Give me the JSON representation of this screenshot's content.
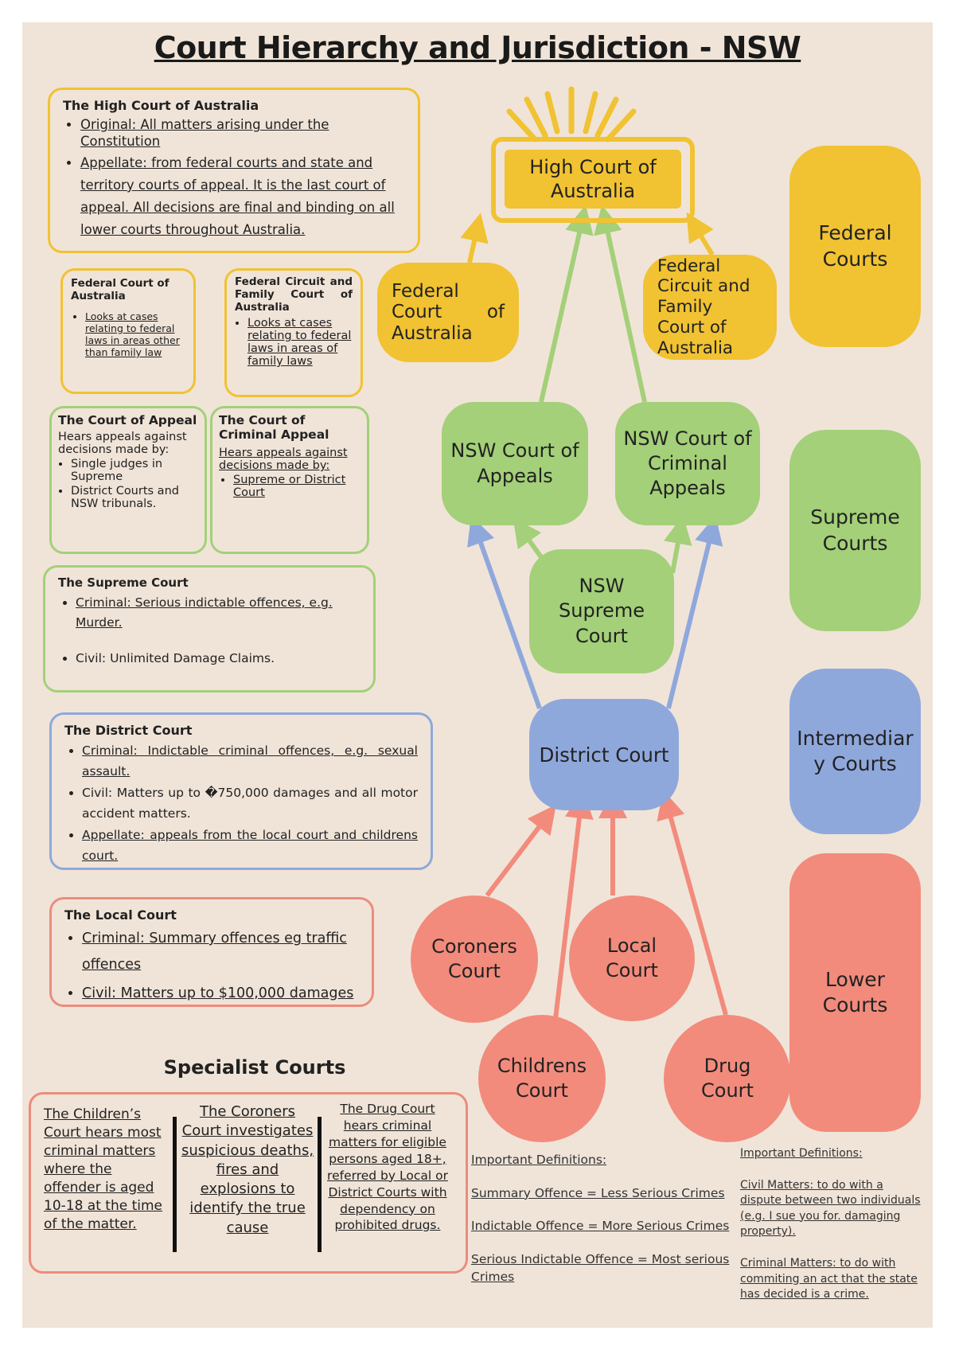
{
  "title": "Court Hierarchy and Jurisdiction - NSW",
  "colors": {
    "federal": "#f1c232",
    "supreme": "#a3d078",
    "intermediary": "#8fa8dc",
    "lower": "#f28b7c",
    "background": "#f0e4d8"
  },
  "boxes": {
    "high_court": {
      "heading": "The High Court of Australia",
      "items": [
        "Original: All matters arising under the Constitution",
        "Appellate: from federal courts and state and territory courts of appeal. It is the last court of appeal. All decisions are final and binding on all lower courts throughout Australia."
      ]
    },
    "federal_court": {
      "heading": "Federal Court of Australia",
      "items": [
        "Looks at cases relating to federal laws in areas other than family law"
      ]
    },
    "federal_circuit": {
      "heading": "Federal Circuit and Family Court of Australia",
      "items": [
        "Looks at cases relating to federal laws in areas of family laws"
      ]
    },
    "court_of_appeal": {
      "heading": "The Court of Appeal",
      "intro": "Hears appeals against decisions made by:",
      "items": [
        "Single judges in Supreme",
        "District Courts and NSW tribunals."
      ]
    },
    "criminal_appeal": {
      "heading": "The Court of Criminal Appeal",
      "intro": "Hears appeals against decisions made by:",
      "items": [
        "Supreme or District Court"
      ]
    },
    "supreme_court": {
      "heading": "The Supreme Court",
      "items": [
        "Criminal: Serious indictable offences, e.g. Murder.",
        "Civil: Unlimited Damage Claims."
      ]
    },
    "district_court": {
      "heading": "The District Court",
      "items": [
        "Criminal: Indictable criminal offences, e.g. sexual assault.",
        "Civil: Matters up to �750,000 damages and all motor accident matters.",
        "Appellate: appeals from the local court and childrens court."
      ]
    },
    "local_court": {
      "heading": "The Local Court",
      "items": [
        "Criminal: Summary offences eg traffic offences",
        "Civil: Matters up to $100,000 damages"
      ]
    }
  },
  "specialist": {
    "heading": "Specialist Courts",
    "childrens": "The Children’s Court hears most criminal matters where the offender is aged 10-18 at the time of the matter.",
    "coroners": "The Coroners Court investigates suspicious deaths, fires and explosions to identify the true cause",
    "drug": "The Drug Court hears criminal matters for eligible persons aged 18+, referred by Local or District Courts with dependency on prohibited drugs."
  },
  "nodes": {
    "high_court": "High Court of Australia",
    "federal_court": "Federal Court of Australia",
    "federal_circuit": "Federal Circuit and Family Court of Australia",
    "nsw_appeals": "NSW Court of Appeals",
    "nsw_criminal_appeals": "NSW Court of Criminal Appeals",
    "nsw_supreme": "NSW Supreme Court",
    "district": "District Court",
    "coroners": "Coroners Court",
    "local": "Local Court",
    "childrens": "Childrens Court",
    "drug": "Drug Court"
  },
  "legend": {
    "federal": "Federal Courts",
    "supreme": "Supreme Courts",
    "intermediary": "Intermediar y Courts",
    "lower": "Lower Courts"
  },
  "definitions_left": {
    "heading": "Important Definitions:",
    "items": [
      "Summary Offence = Less Serious Crimes",
      "Indictable Offence = More Serious Crimes",
      "Serious Indictable Offence = Most serious Crimes"
    ]
  },
  "definitions_right": {
    "heading": "Important Definitions:",
    "items": [
      "Civil Matters: to do with a dispute between two individuals (e.g. I sue you for. damaging property).",
      "Criminal Matters: to do with commiting an act that the state has decided is a crime."
    ]
  }
}
